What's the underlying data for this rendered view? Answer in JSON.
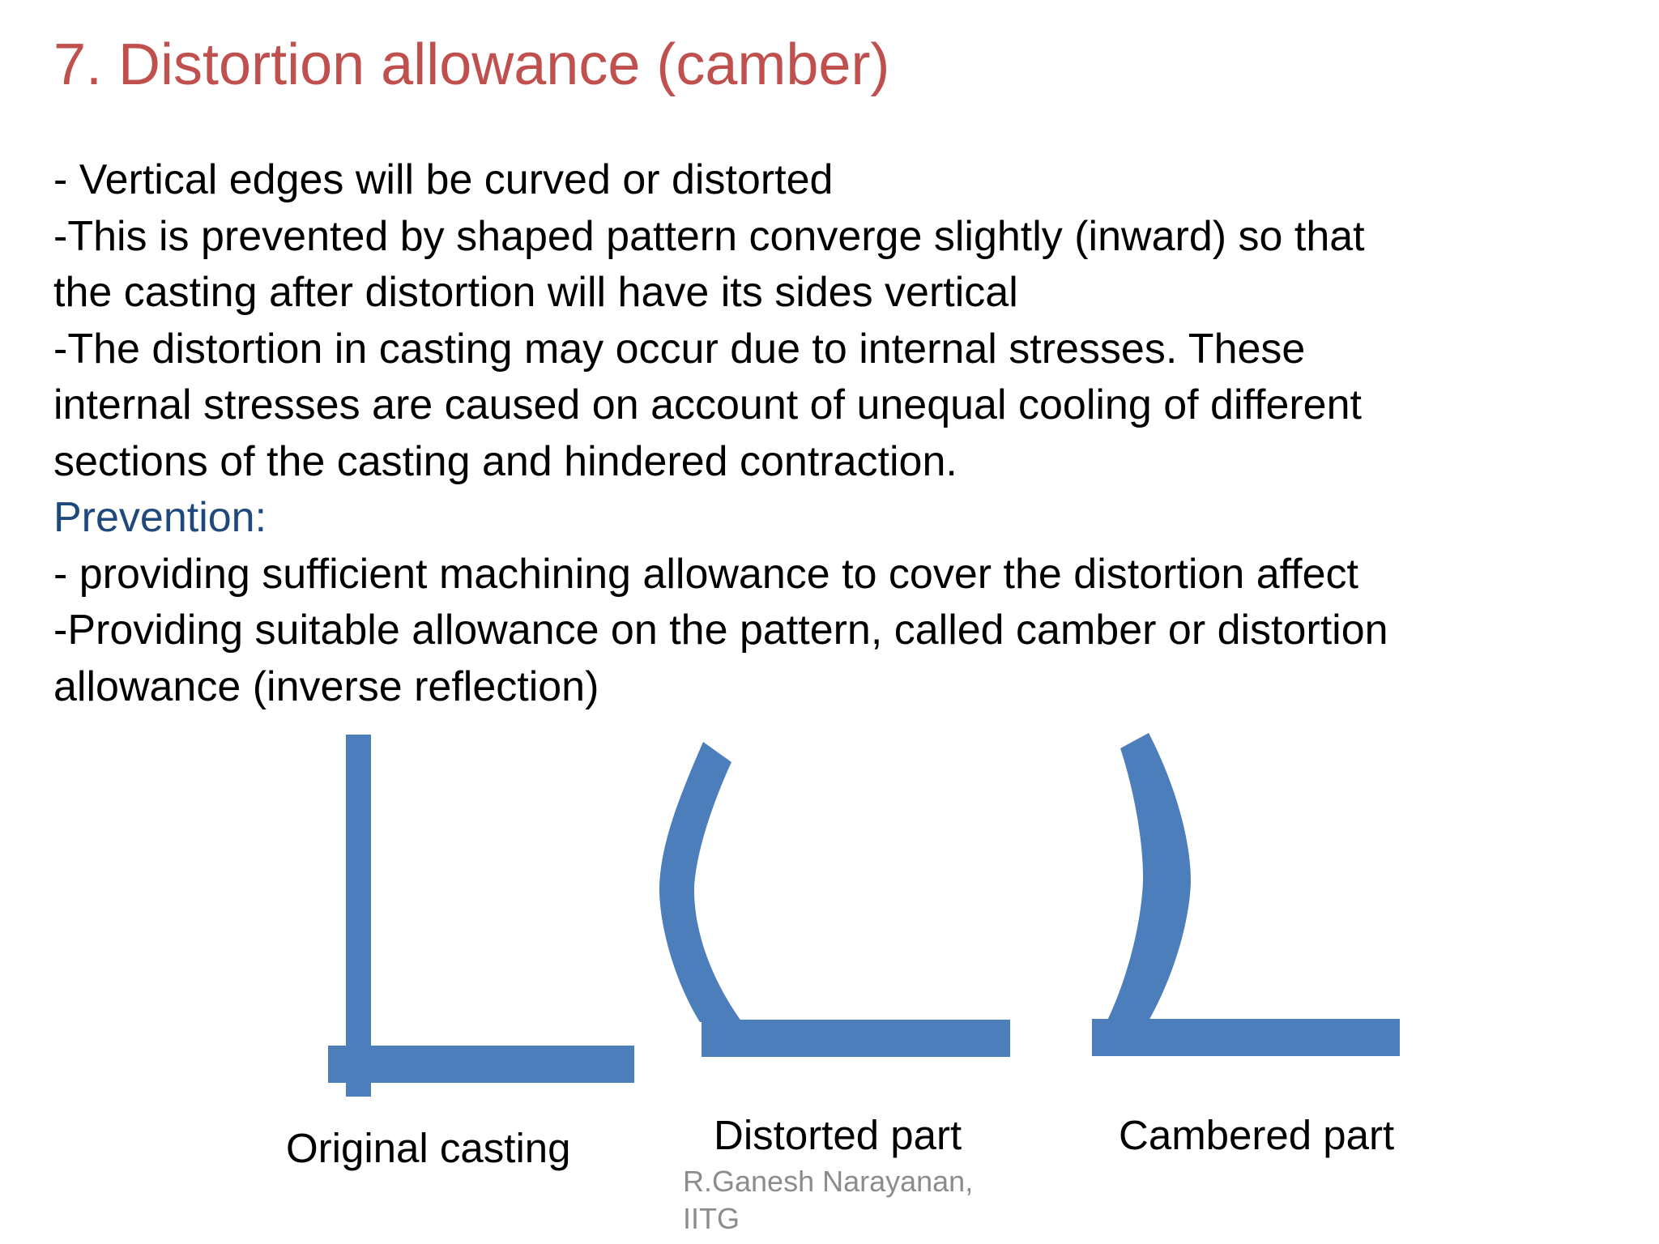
{
  "slide": {
    "title": "7. Distortion allowance (camber)",
    "body_lines": [
      {
        "text": "- Vertical edges will be curved or distorted",
        "style": "normal"
      },
      {
        "text": "-This is prevented by shaped pattern converge slightly (inward) so that",
        "style": "normal"
      },
      {
        "text": "the casting after distortion will have its sides vertical",
        "style": "normal"
      },
      {
        "text": "-The distortion in casting may occur due to internal stresses. These",
        "style": "normal"
      },
      {
        "text": "internal stresses are caused on account of unequal cooling of different",
        "style": "normal"
      },
      {
        "text": "sections of the casting and hindered contraction.",
        "style": "normal"
      },
      {
        "text": "Prevention:",
        "style": "accent"
      },
      {
        "text": "- providing sufficient machining allowance to cover the distortion affect",
        "style": "normal"
      },
      {
        "text": "-Providing suitable allowance on the pattern, called camber or distortion",
        "style": "normal"
      },
      {
        "text": "allowance (inverse reflection)",
        "style": "normal"
      }
    ],
    "figures": [
      {
        "label": "Original casting",
        "shape": "straight-l-section"
      },
      {
        "label": "Distorted part",
        "shape": "left-bowed-section"
      },
      {
        "label": "Cambered part",
        "shape": "right-bowed-section"
      }
    ],
    "attribution": {
      "line1": "R.Ganesh Narayanan,",
      "line2": "IITG"
    },
    "colors": {
      "title": "#c0504d",
      "accent_blue": "#1f497d",
      "figure_blue": "#4d7ebc",
      "attribution_gray": "#8c8c8c",
      "body_text": "#000000",
      "background": "#ffffff"
    }
  }
}
